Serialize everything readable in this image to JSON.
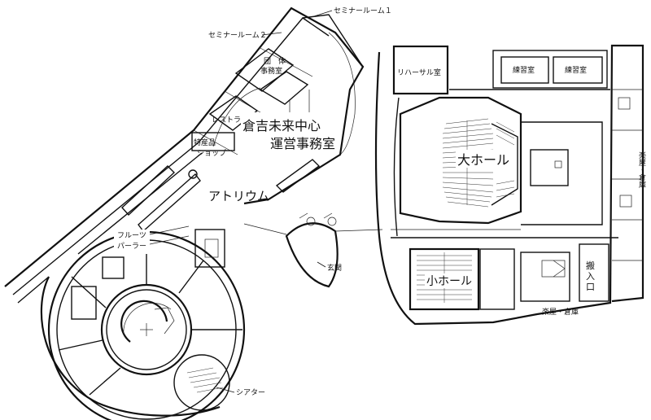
{
  "labels": {
    "seminar1": "セミナールーム１",
    "seminar2": "セミナールーム２",
    "group_office_1": "団　体",
    "group_office_2": "事務室",
    "restaurant": "レストラン",
    "center_name_1": "倉吉未来中心",
    "center_name_2": "運営事務室",
    "shop_1": "特産品",
    "shop_2": "ショップ",
    "atrium": "アトリウム",
    "fruit_1": "フルーツ",
    "fruit_2": "パーラー",
    "entrance": "玄関",
    "theater": "シアター",
    "rehearsal": "リハーサル室",
    "practice1": "練習室",
    "practice2": "練習室",
    "big_hall": "大ホール",
    "small_hall": "小ホール",
    "dressing_right": "楽屋・倉庫",
    "dressing_bottom": "楽屋・倉庫",
    "loading_1": "搬",
    "loading_2": "入",
    "loading_3": "口"
  }
}
